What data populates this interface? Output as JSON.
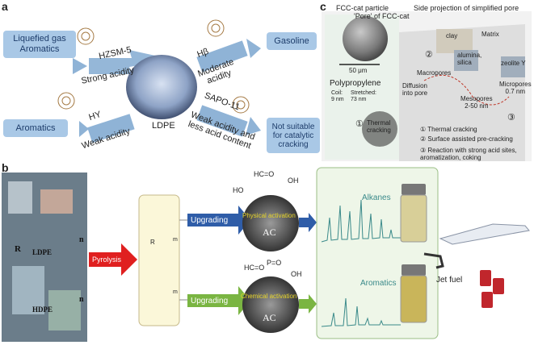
{
  "panel_a": {
    "letter": "a",
    "center_label": "LDPE",
    "products": {
      "top_left": [
        "Liquefied gas",
        "Aromatics"
      ],
      "bottom_left": "Aromatics",
      "top_right": "Gasoline",
      "bottom_right": [
        "Not suitable",
        "for catalytic",
        "cracking"
      ]
    },
    "catalysts": {
      "top_left": {
        "name": "HZSM-5",
        "acidity": "Strong acidity"
      },
      "bottom_left": {
        "name": "HY",
        "acidity": "Weak acidity"
      },
      "top_right": {
        "name": "Hβ",
        "acidity": [
          "Moderate",
          "acidity"
        ]
      },
      "bottom_right": {
        "name": "SAPO-11",
        "acidity": [
          "Weak acidity and",
          "less acid content"
        ]
      }
    }
  },
  "panel_b": {
    "letter": "b",
    "polymer_labels": [
      "LDPE",
      "HDPE",
      "R",
      "n",
      "n"
    ],
    "step_pyrolysis": "Pyrolysis",
    "step_upgrading": "Upgrading",
    "chain_labels": [
      "R",
      "m",
      "m"
    ],
    "ac_label": "AC",
    "activation_physical": "Physical activation",
    "activation_chemical": "Chemical activation",
    "groups_top": [
      "HC=O",
      "HO",
      "OH"
    ],
    "groups_bottom": [
      "HC=O",
      "P=O",
      "OH"
    ],
    "product_top": "Alkanes",
    "product_bottom": "Aromatics",
    "fuel_label": "Jet fuel"
  },
  "panel_c": {
    "letter": "c",
    "title_left": "FCC-cat particle",
    "title_pore": "'Pore' of FCC-cat",
    "title_right": "Side projection of simplified pore",
    "scale_bar": "50 μm",
    "matrix_labels": [
      "clay",
      "Matrix",
      "alumina,",
      "silica"
    ],
    "zeolite": "zeolite Y",
    "macropores": "Macropores",
    "mesopores": [
      "Mesopores",
      "2-50 nm"
    ],
    "micropores": [
      "Micropores",
      "0.7 nm"
    ],
    "diffusion": [
      "Diffusion",
      "into pore"
    ],
    "polypropylene": "Polypropylene",
    "coil": [
      "Coil:",
      "9 nm"
    ],
    "stretched": [
      "Stretched:",
      "73 nm"
    ],
    "thermal": [
      "Thermal",
      "cracking"
    ],
    "legend": [
      {
        "num": "①",
        "text": "Thermal cracking"
      },
      {
        "num": "②",
        "text": "Surface assisted pre-cracking"
      },
      {
        "num": "③",
        "text": "Reaction with strong acid sites, aromatization, coking"
      }
    ],
    "markers": [
      "①",
      "②",
      "③"
    ]
  },
  "colors": {
    "arrow_blue": "#8fb3d6",
    "box_blue": "#a9c8e6",
    "pyrolysis_red": "#e02020",
    "upgrading_blue": "#2f5da8",
    "upgrading_green": "#7ab542",
    "yellow_box": "#fbf7d9",
    "green_box": "#eef6e8"
  }
}
